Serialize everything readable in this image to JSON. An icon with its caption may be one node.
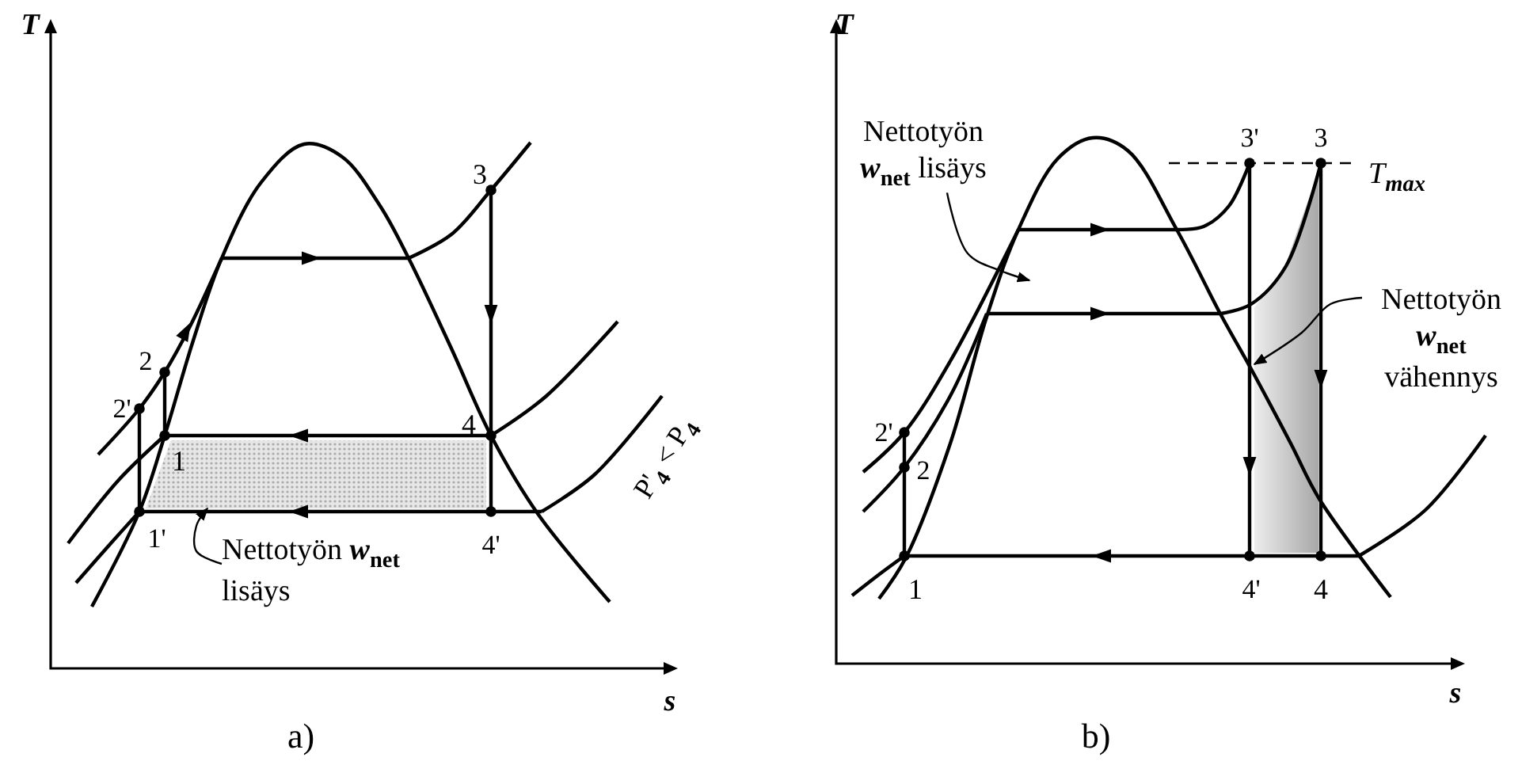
{
  "diagram": {
    "nodes": [
      {
        "text": [
          "Nettotyön *w*$_{net}$ lisäys"
        ]
      },
      {
        "text": [],
        "shape": "box"
      },
      {
        "text": [
          "Nettotyön *w*$_{net}$ lisäys"
        ]
      },
      {
        "text": [
          "Nettotyön *w*$_{net}$ vähennys"
        ]
      },
      {
        "text": [],
        "shape": "box"
      }
    ],
    "edges": [
      {
        "from": 0,
        "to": 1,
        "arrow": "to"
      },
      {
        "from": 2,
        "to": null,
        "arrow": "to"
      },
      {
        "from": 3,
        "to": 4,
        "arrow": "to"
      }
    ],
    "labels": [
      "T",
      "2'",
      "2",
      "3",
      "4",
      "1",
      "P'$_{4}$ < P$_{4}$",
      "1'",
      "4'",
      "s",
      "a)",
      "T",
      "3'",
      "3",
      "T$_{max}$",
      "2'",
      "2",
      "1",
      "4'",
      "4",
      "s",
      "b)"
    ]
  }
}
